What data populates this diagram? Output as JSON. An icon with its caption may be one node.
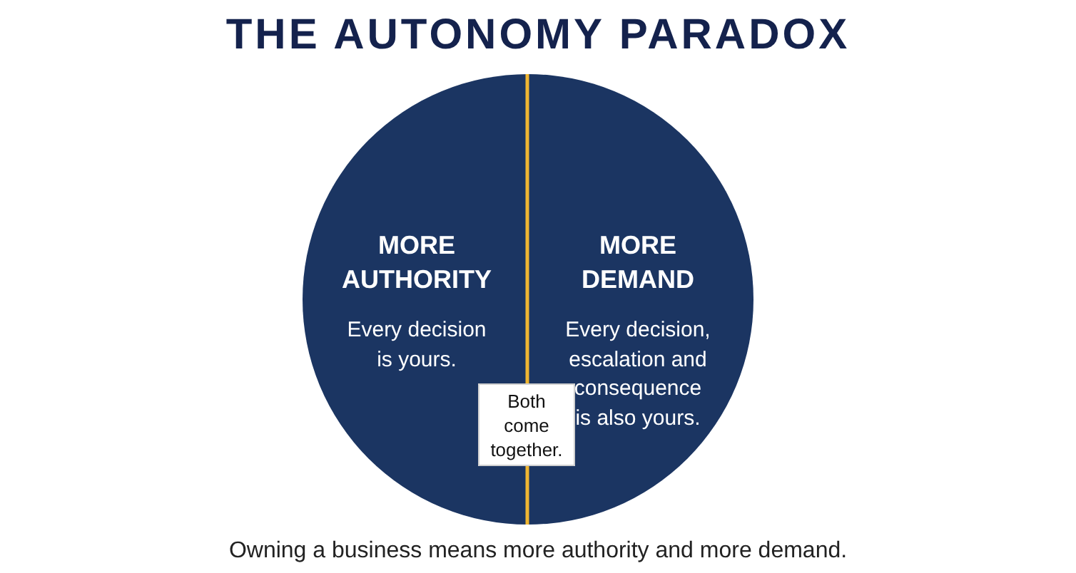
{
  "diagram": {
    "title": "THE AUTONOMY PARADOX",
    "caption": "Owning a business means more authority and more demand.",
    "nodes": [
      {
        "text": [
          "MORE AUTHORITY",
          "Every decision is yours."
        ]
      },
      {
        "text": [
          "MORE DEMAND",
          "Every decision, escalation and consequence is also yours."
        ]
      },
      {
        "text": [
          "Both come together."
        ]
      }
    ]
  }
}
